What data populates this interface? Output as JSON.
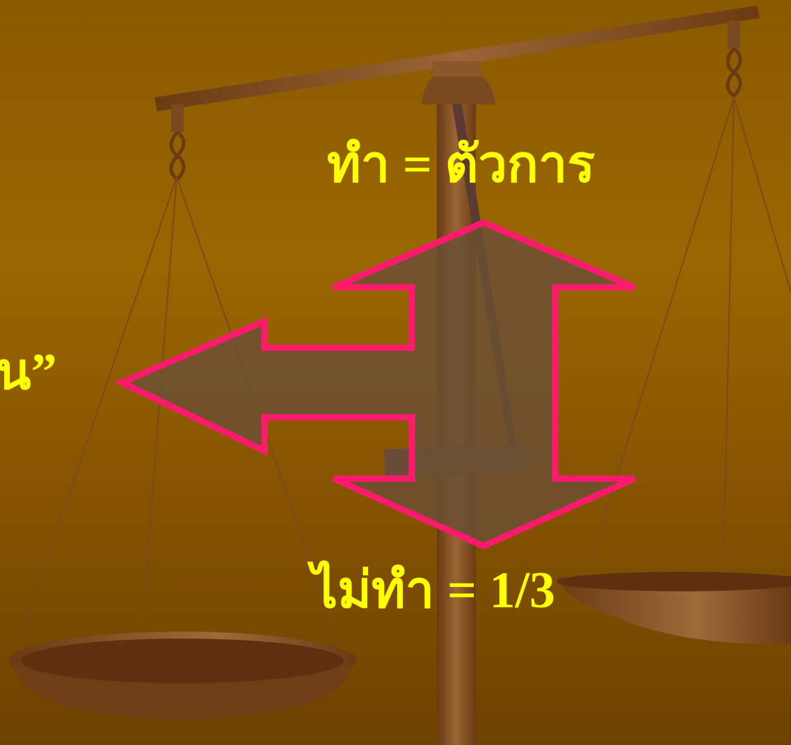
{
  "slide": {
    "label_top": "ทำ = ตัวการ",
    "label_bottom": "ไม่ทำ = 1/3",
    "label_left_partial": "น”"
  },
  "icons": [
    "balance-scale-icon",
    "three-way-arrow-icon"
  ],
  "colors": {
    "background": "#9a6600",
    "text": "#ffff00",
    "arrow_outline": "#ff1a6e",
    "arrow_fill": "#6b5033",
    "scale_wood": "#7a4a1e"
  }
}
